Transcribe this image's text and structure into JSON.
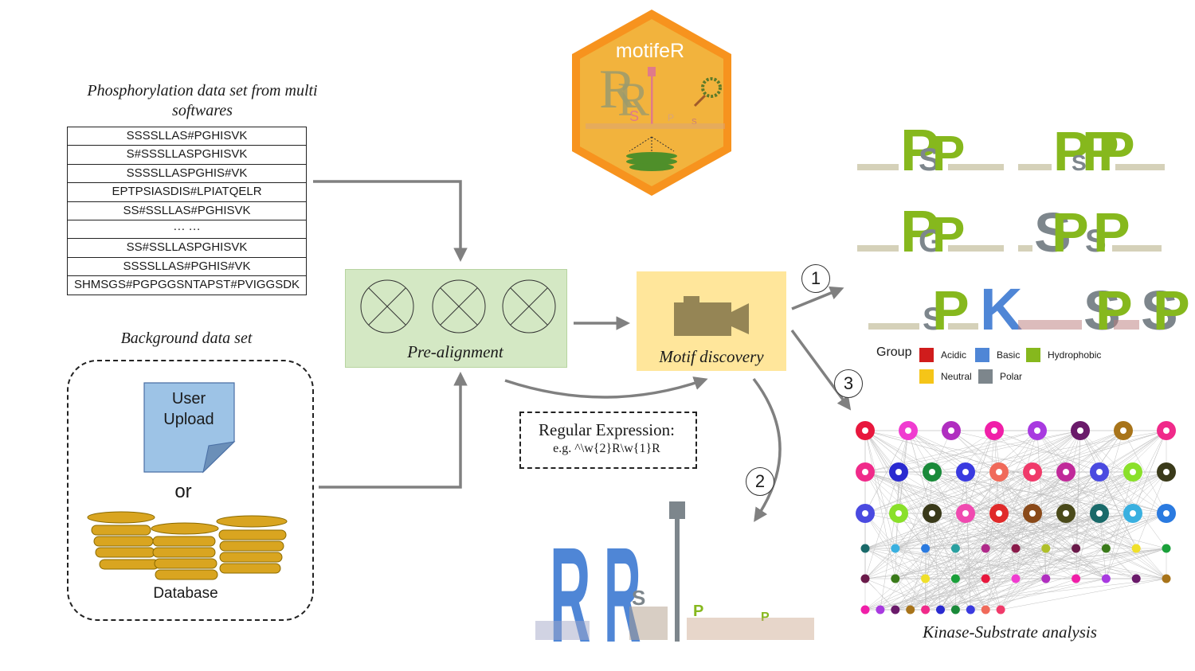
{
  "logo": {
    "title": "motifeR"
  },
  "phospho": {
    "title": "Phosphorylation data set from multi softwares",
    "rows": [
      "SSSSLLAS#PGHISVK",
      "S#SSSLLASPGHISVK",
      "SSSSLLASPGHIS#VK",
      "EPTPSIASDIS#LPIATQELR",
      "SS#SSLLAS#PGHISVK",
      "··· ···",
      "SS#SSLLASPGHISVK",
      "SSSSLLAS#PGHIS#VK",
      "SHMSGS#PGPGGSNTAPST#PVIGGSDK"
    ]
  },
  "background": {
    "title": "Background data set",
    "doc_label": "User Upload",
    "or_label": "or",
    "db_label": "Database"
  },
  "prealign": {
    "label": "Pre-alignment"
  },
  "motif": {
    "label": "Motif discovery"
  },
  "regex": {
    "title": "Regular Expression:",
    "example": "e.g. ^\\w{2}R\\w{1}R"
  },
  "steps": [
    "1",
    "2",
    "3"
  ],
  "legend": {
    "title": "Group",
    "items": [
      {
        "label": "Acidic",
        "color": "#d01c1c"
      },
      {
        "label": "Basic",
        "color": "#4f86d6"
      },
      {
        "label": "Hydrophobic",
        "color": "#86b81d"
      },
      {
        "label": "Neutral",
        "color": "#f5c518"
      },
      {
        "label": "Polar",
        "color": "#7d868c"
      }
    ]
  },
  "kinase": {
    "label": "Kinase-Substrate analysis"
  },
  "colors": {
    "basic": "#4f86d6",
    "hydrophobic": "#86b81d",
    "polar": "#7d868c",
    "acidic": "#d01c1c",
    "neutral": "#f5c518",
    "prealign_bg": "#d4e8c4",
    "motif_bg": "#ffe69b",
    "arrow": "#808080",
    "logo_orange": "#f7931e",
    "logo_fill": "#f2b33d"
  }
}
